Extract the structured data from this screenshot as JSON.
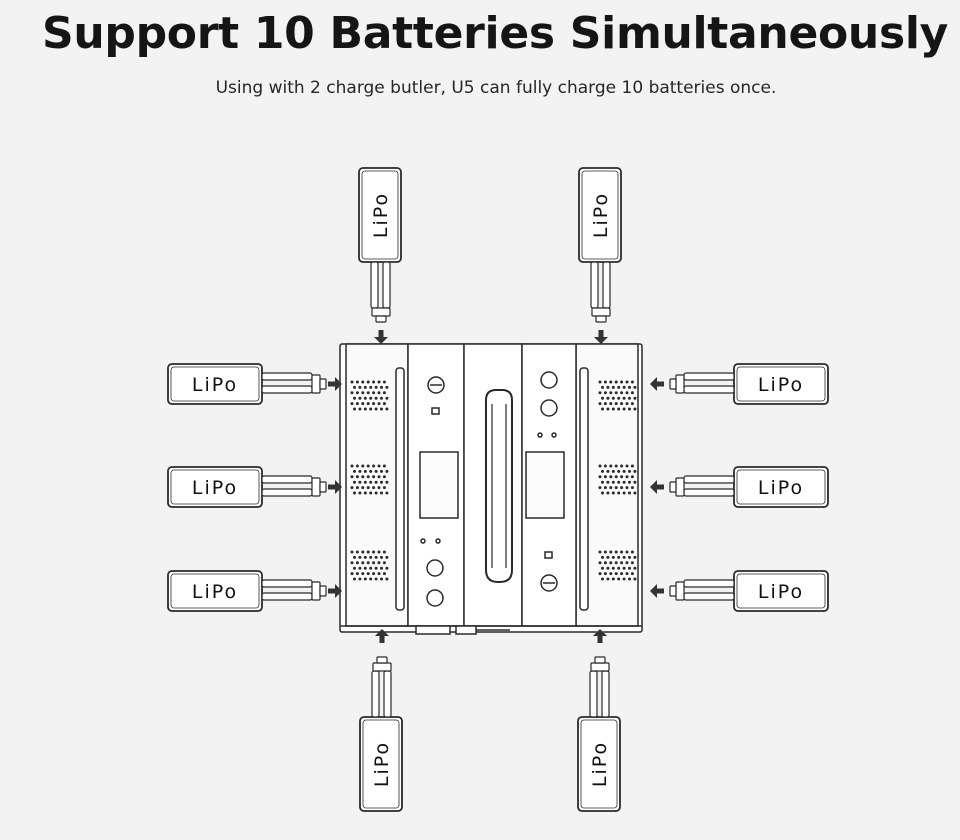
{
  "header": {
    "title": "Support 10 Batteries Simultaneously",
    "subtitle": "Using with 2 charge butler, U5 can fully charge 10 batteries once."
  },
  "diagram": {
    "batteries": [
      {
        "label": "LiPo",
        "side": "top"
      },
      {
        "label": "LiPo",
        "side": "top"
      },
      {
        "label": "LiPo",
        "side": "left"
      },
      {
        "label": "LiPo",
        "side": "left"
      },
      {
        "label": "LiPo",
        "side": "left"
      },
      {
        "label": "LiPo",
        "side": "right"
      },
      {
        "label": "LiPo",
        "side": "right"
      },
      {
        "label": "LiPo",
        "side": "right"
      },
      {
        "label": "LiPo",
        "side": "bottom"
      },
      {
        "label": "LiPo",
        "side": "bottom"
      }
    ],
    "colors": {
      "line": "#2a2a2a",
      "fill": "#ffffff",
      "arrow": "#333333",
      "background": "#f3f3f3"
    }
  }
}
